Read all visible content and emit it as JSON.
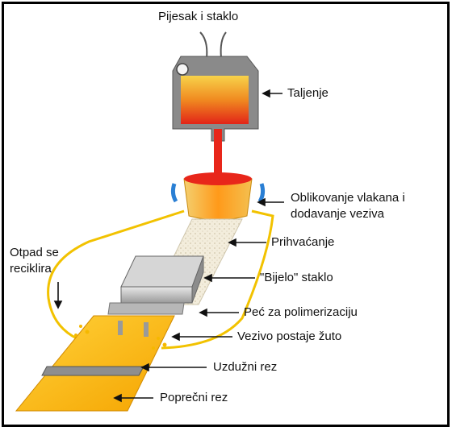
{
  "labels": {
    "input": "Pijesak i staklo",
    "melting": "Taljenje",
    "forming_line1": "Oblikovanje vlakana i",
    "forming_line2": "dodavanje veziva",
    "collection": "Prihvaćanje",
    "white_glass": "\"Bijelo\" staklo",
    "oven": "Peć za polimerizaciju",
    "binder_yellow": "Vezivo postaje žuto",
    "longitudinal_cut": "Uzdužni rez",
    "cross_cut": "Poprečni rez",
    "recycle_line1": "Otpad se",
    "recycle_line2": "reciklira"
  },
  "colors": {
    "molten": "#e8261a",
    "product": "#f5b800",
    "furnace": "#8a8a8a",
    "recycle_line": "#f2c200",
    "flame": "#2a7fd4"
  }
}
